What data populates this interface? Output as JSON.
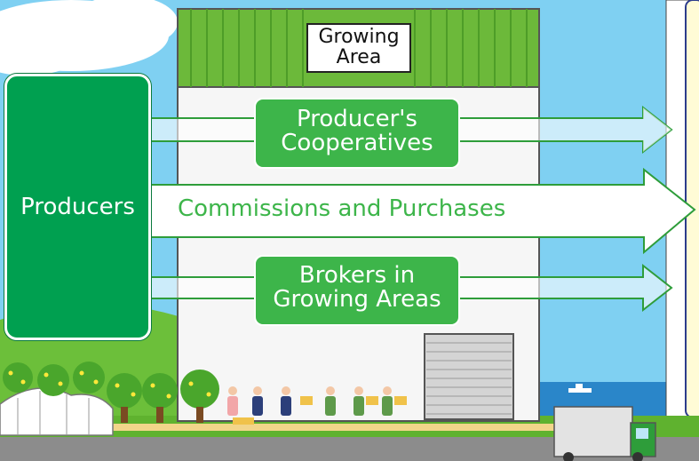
{
  "diagram": {
    "producers": "Producers",
    "growing_area": "Growing\nArea",
    "cooperatives": "Producer's\nCooperatives",
    "commissions": "Commissions and Purchases",
    "brokers": "Brokers in\nGrowing Areas"
  },
  "colors": {
    "sky": "#7fd0f2",
    "producer_green": "#00a050",
    "pill_green": "#3db54a",
    "roof_green": "#6cb93a",
    "building_wall": "#f6f6f6"
  }
}
